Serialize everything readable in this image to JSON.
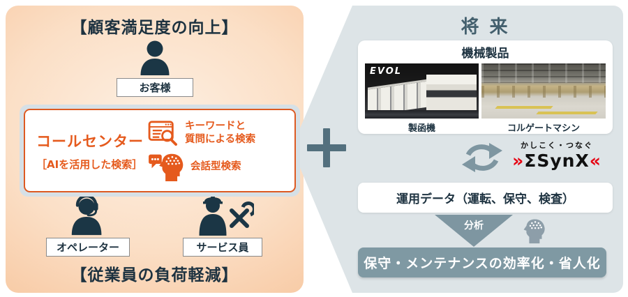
{
  "left_panel": {
    "top_title": "【顧客満足度の向上】",
    "customer_label": "お客様",
    "call_center": {
      "title": "コールセンター",
      "subtitle": "［AIを活用した検索］",
      "feature1_line1": "キーワードと",
      "feature1_line2": "質問による検索",
      "feature2": "会話型検索"
    },
    "operator_label": "オペレーター",
    "service_label": "サービス員",
    "bottom_title": "【従業員の負荷軽減】"
  },
  "connector": {
    "symbol": "+"
  },
  "right_panel": {
    "title": "将 来",
    "machine_card": {
      "title": "機械製品",
      "photo1_brand": "EVOL",
      "photo1_label": "製函機",
      "photo2_label": "コルゲートマシン"
    },
    "synx": {
      "tagline": "かしこく・つなぐ",
      "logo_prefix": "»",
      "logo_text": "ΣSynX",
      "logo_suffix": "«"
    },
    "data_box_label": "運用データ（運転、保守、検査）",
    "analysis_label": "分析",
    "result_box_label": "保守・メンテナンスの効率化・省人化"
  },
  "icons": {
    "customer": "person-icon",
    "operator": "operator-headset-icon",
    "service": "service-worker-tools-icon",
    "keyword_search": "document-search-icon",
    "conversation": "chat-brain-head-icon",
    "sync": "sync-arrows-icon",
    "analysis_arrow": "down-triangle-icon",
    "analysis_brain": "brain-head-icon",
    "plus": "plus-icon"
  },
  "colors": {
    "orange": "#e55a1d",
    "navy": "#1d3240",
    "slate_title": "#44606e",
    "accent_slate": "#7e96a1",
    "plus_slate": "#53707e",
    "panel_gray": "#dde4e7",
    "panel_peach": "#f5b98f",
    "logo_red": "#e60012"
  }
}
